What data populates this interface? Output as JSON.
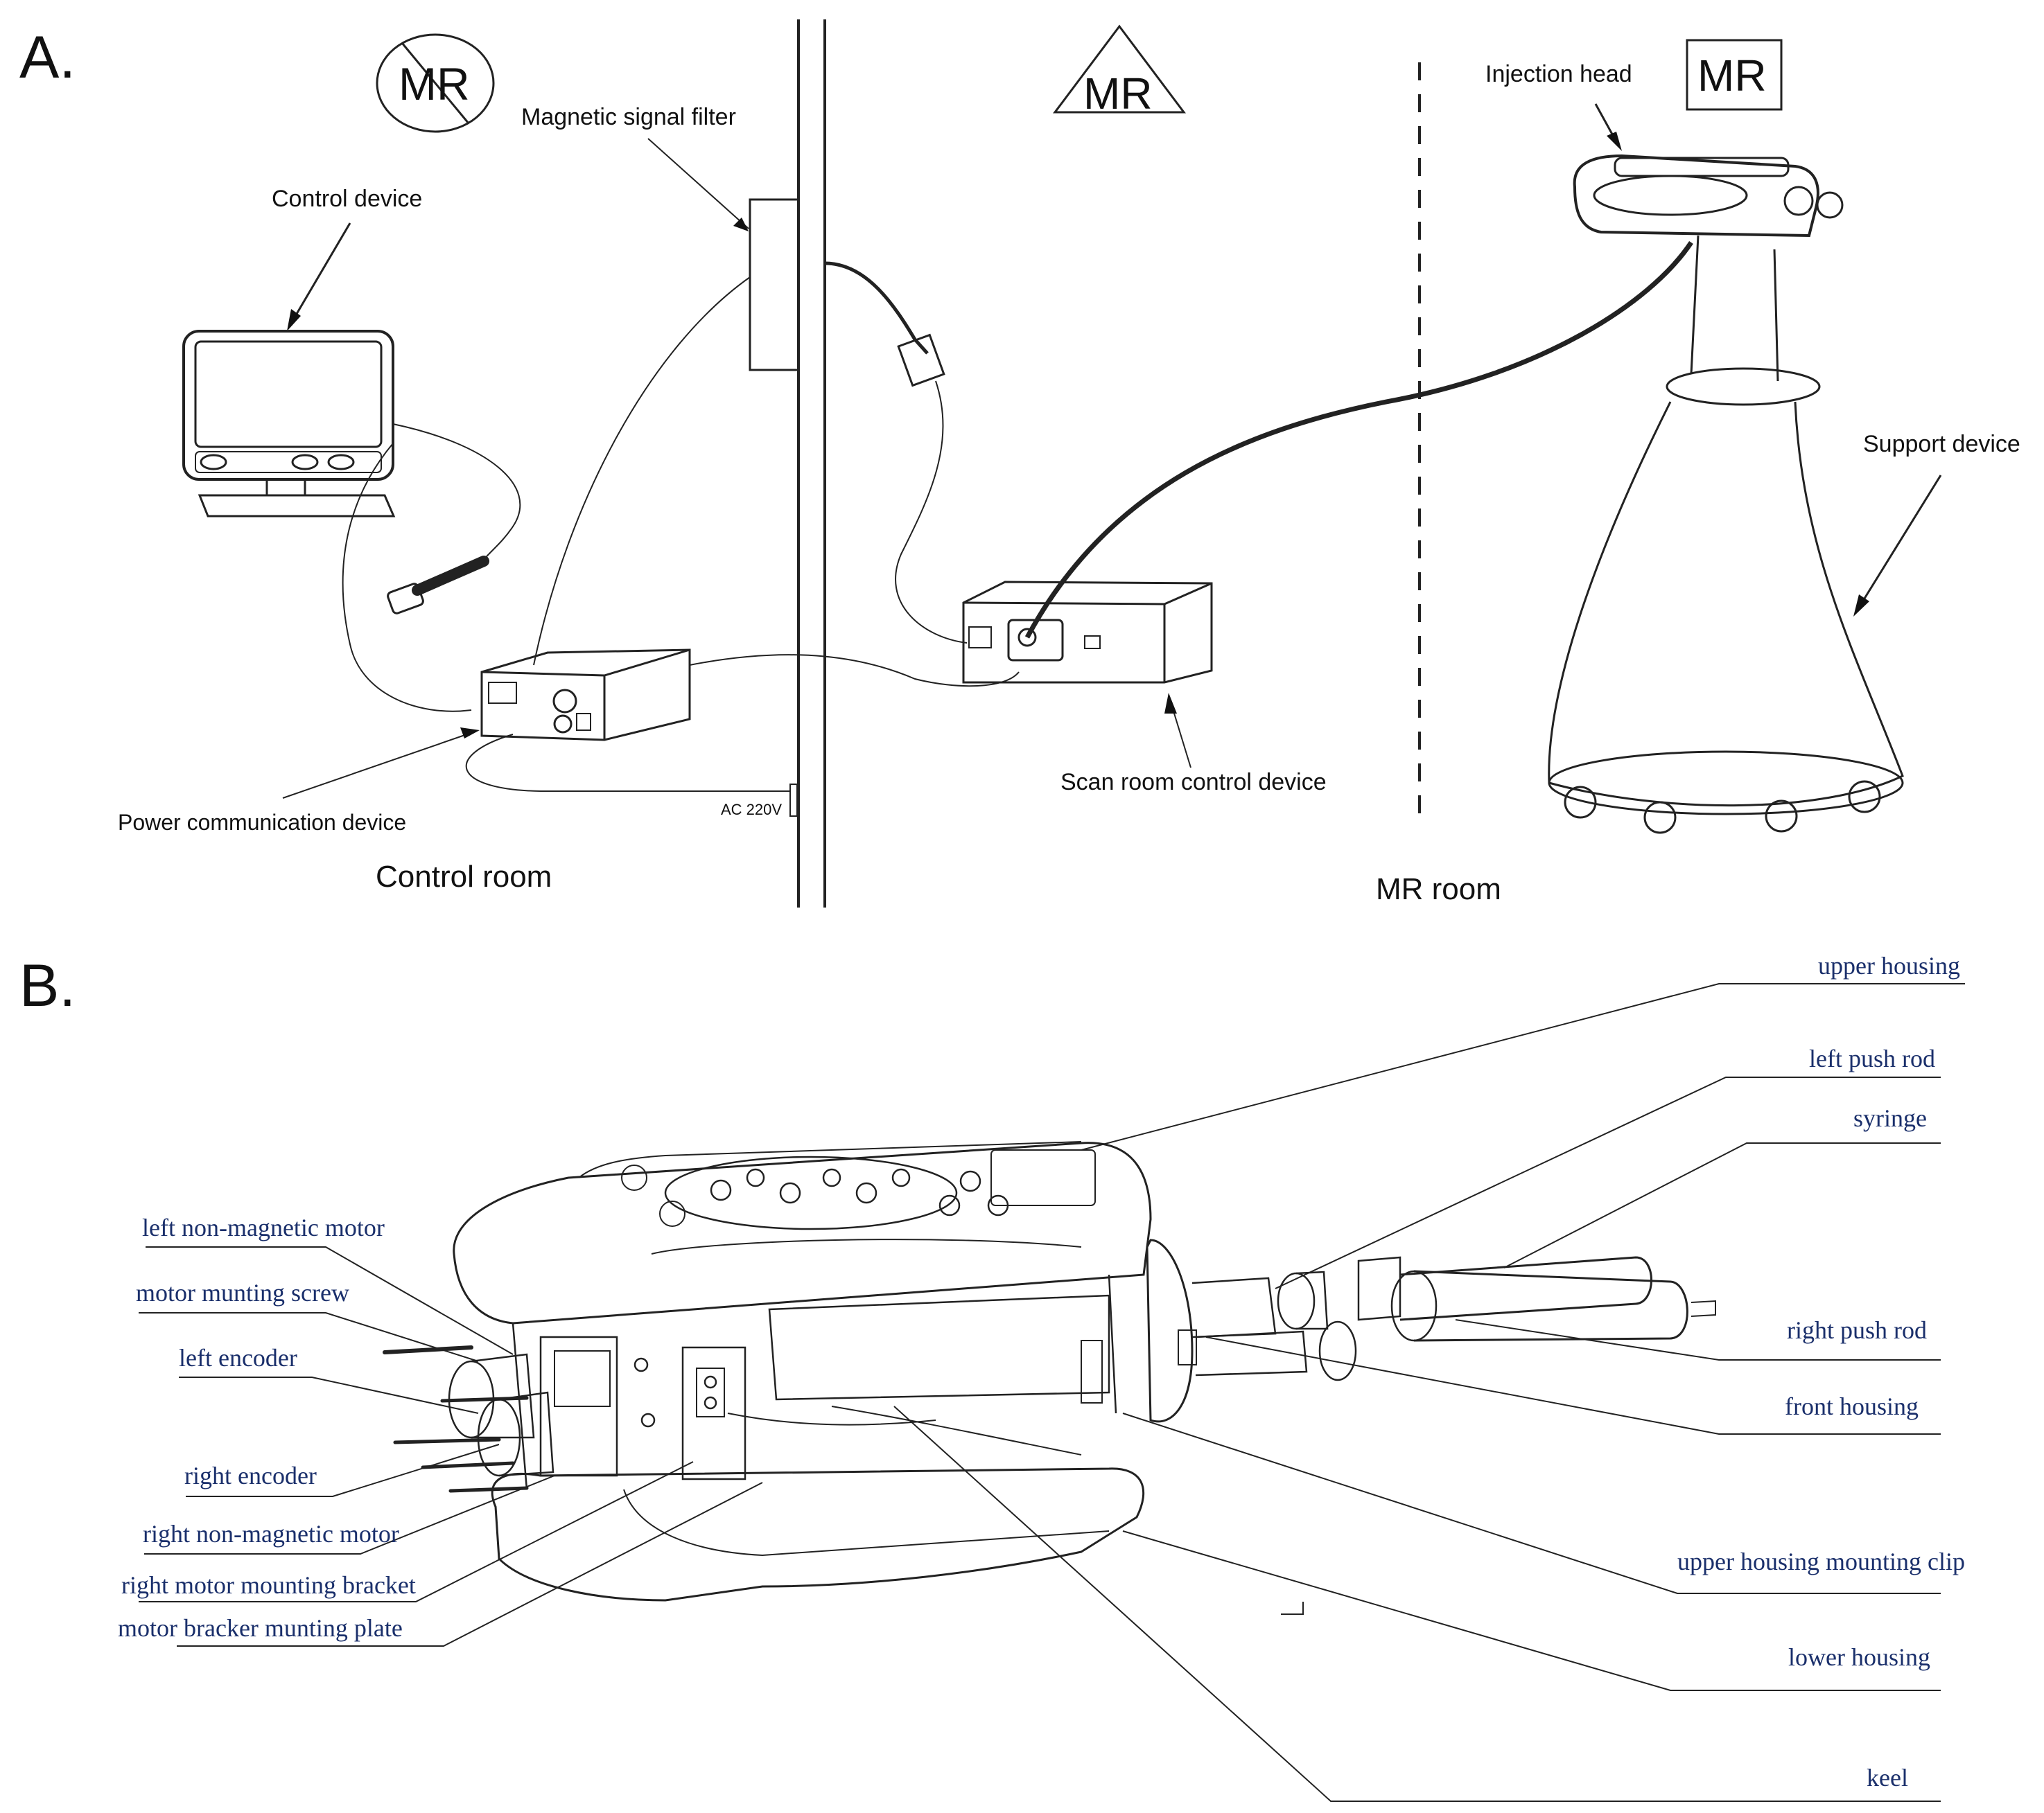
{
  "panel_a": {
    "panel_label": "A.",
    "symbols": {
      "mr_unsafe": "MR",
      "mr_conditional": "MR",
      "mr_safe": "MR"
    },
    "labels": {
      "magnetic_filter": "Magnetic signal filter",
      "control_device": "Control device",
      "injection_head": "Injection head",
      "support_device": "Support device",
      "scan_room_control": "Scan room control device",
      "power_comm": "Power communication device",
      "ac": "AC 220V"
    },
    "rooms": {
      "control": "Control room",
      "mr": "MR room"
    }
  },
  "panel_b": {
    "panel_label": "B.",
    "left_labels": [
      "left non-magnetic motor",
      "motor munting screw",
      "left encoder",
      "right encoder",
      "right non-magnetic motor",
      "right motor mounting bracket",
      "motor bracker munting plate"
    ],
    "right_labels": [
      "upper housing",
      "left push rod",
      "syringe",
      "right push rod",
      "front housing",
      "upper housing mounting clip",
      "lower housing",
      "keel"
    ]
  },
  "colors": {
    "line": "#222222",
    "label_text_a": "#111111",
    "label_text_b": "#1a2f6b"
  }
}
